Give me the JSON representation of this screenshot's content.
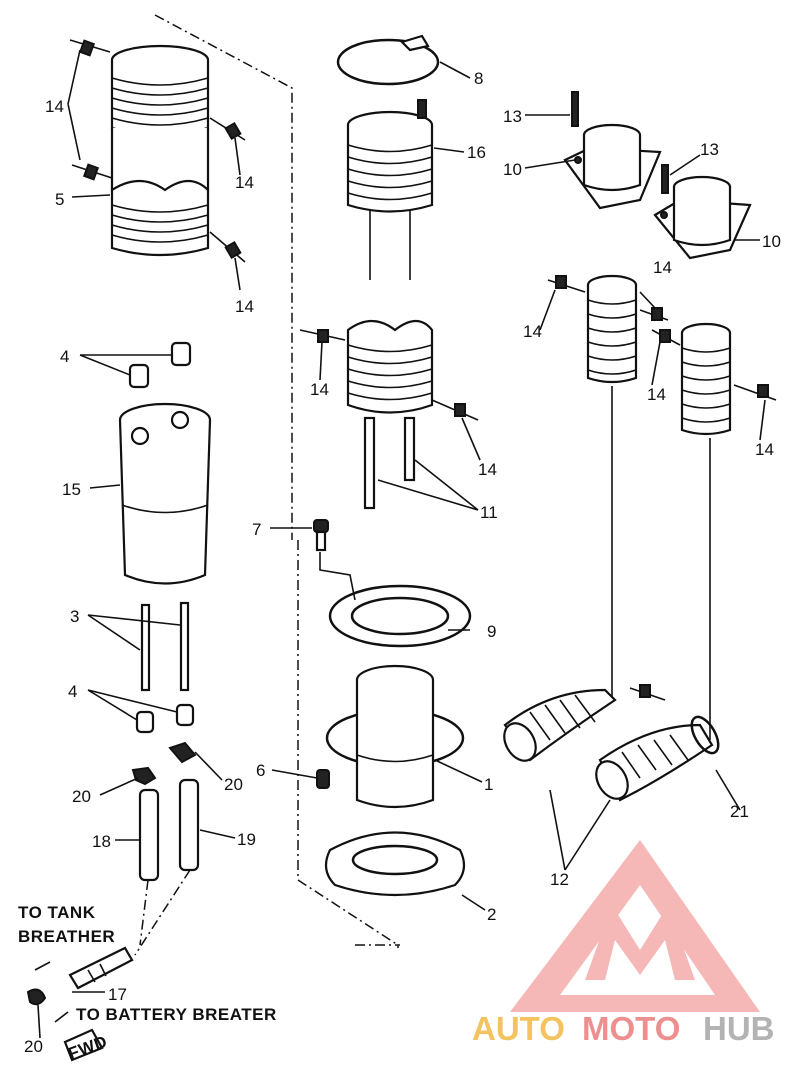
{
  "callouts": [
    {
      "key": "c14a",
      "text": "14"
    },
    {
      "key": "c14b",
      "text": "14"
    },
    {
      "key": "c14c",
      "text": "14"
    },
    {
      "key": "c5",
      "text": "5"
    },
    {
      "key": "c8",
      "text": "8"
    },
    {
      "key": "c16",
      "text": "16"
    },
    {
      "key": "c13a",
      "text": "13"
    },
    {
      "key": "c13b",
      "text": "13"
    },
    {
      "key": "c10a",
      "text": "10"
    },
    {
      "key": "c10b",
      "text": "10"
    },
    {
      "key": "c4a",
      "text": "4"
    },
    {
      "key": "c14d",
      "text": "14"
    },
    {
      "key": "c14e",
      "text": "14"
    },
    {
      "key": "c14f",
      "text": "14"
    },
    {
      "key": "c14g",
      "text": "14"
    },
    {
      "key": "c14h",
      "text": "14"
    },
    {
      "key": "c14i",
      "text": "14"
    },
    {
      "key": "c15",
      "text": "15"
    },
    {
      "key": "c11",
      "text": "11"
    },
    {
      "key": "c7",
      "text": "7"
    },
    {
      "key": "c3",
      "text": "3"
    },
    {
      "key": "c9",
      "text": "9"
    },
    {
      "key": "c4b",
      "text": "4"
    },
    {
      "key": "c6",
      "text": "6"
    },
    {
      "key": "c20a",
      "text": "20"
    },
    {
      "key": "c20b",
      "text": "20"
    },
    {
      "key": "c1",
      "text": "1"
    },
    {
      "key": "c21",
      "text": "21"
    },
    {
      "key": "c18",
      "text": "18"
    },
    {
      "key": "c19",
      "text": "19"
    },
    {
      "key": "c12",
      "text": "12"
    },
    {
      "key": "c2",
      "text": "2"
    },
    {
      "key": "c17",
      "text": "17"
    },
    {
      "key": "c20c",
      "text": "20"
    }
  ],
  "notes": {
    "tank_line1": "TO TANK",
    "tank_line2": "BREATHER",
    "battery": "TO BATTERY BREATER",
    "fwd": "FWD"
  },
  "watermark": {
    "part1": "AUTO",
    "part2": "MOTO",
    "part3": "HUB",
    "color_auto": "#f0b02c",
    "color_moto": "#e86a6a",
    "color_hub": "#9a9a9a"
  }
}
